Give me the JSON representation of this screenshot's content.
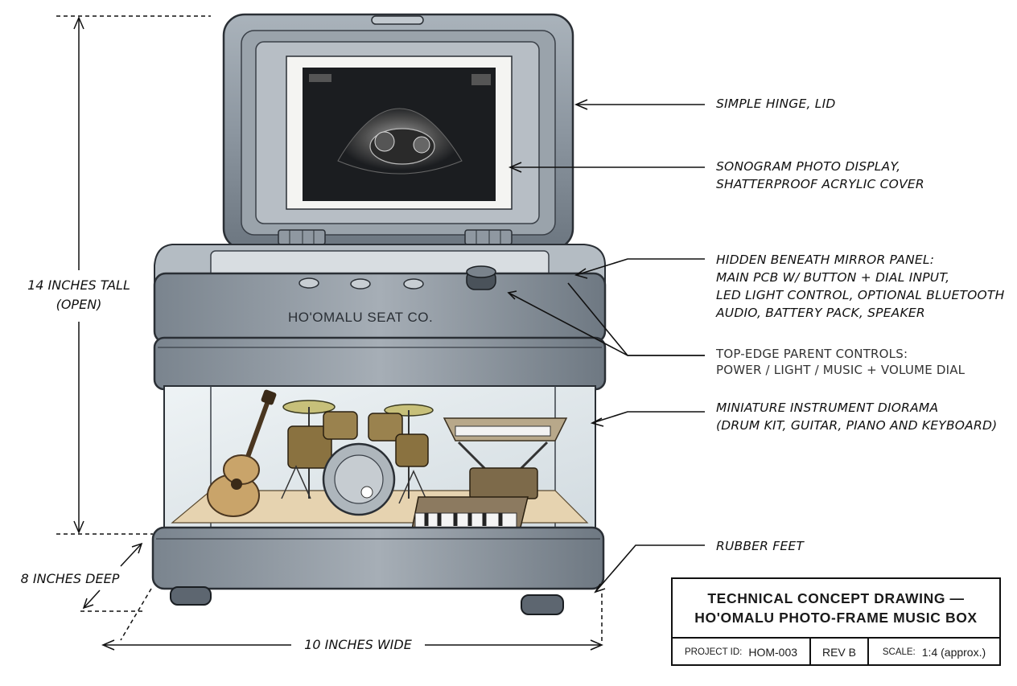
{
  "callouts": {
    "hinge": [
      "SIMPLE HINGE, LID"
    ],
    "sonogram": [
      "SONOGRAM PHOTO DISPLAY,",
      "SHATTERPROOF ACRYLIC COVER"
    ],
    "hidden": [
      "HIDDEN BENEATH MIRROR PANEL:",
      "MAIN PCB W/ BUTTON + DIAL INPUT,",
      "LED LIGHT CONTROL, OPTIONAL BLUETOOTH",
      "AUDIO, BATTERY PACK, SPEAKER"
    ],
    "controls": [
      "TOP-EDGE PARENT CONTROLS:",
      "POWER / LIGHT / MUSIC + VOLUME DIAL"
    ],
    "diorama": [
      "MINIATURE INSTRUMENT DIORAMA",
      "(DRUM KIT, GUITAR, PIANO AND KEYBOARD)"
    ],
    "feet": [
      "RUBBER FEET"
    ]
  },
  "dimensions": {
    "height": [
      "14 INCHES TALL",
      "(OPEN)"
    ],
    "depth": "8 INCHES DEEP",
    "width": "10 INCHES WIDE"
  },
  "brand_label": "HO'OMALU SEAT CO.",
  "title_block": {
    "line1": "TECHNICAL CONCEPT DRAWING —",
    "line2": "HO'OMALU PHOTO-FRAME MUSIC BOX",
    "project_id_label": "PROJECT ID:",
    "project_id_value": "HOM-003",
    "rev": "REV B",
    "scale_label": "SCALE:",
    "scale_value": "1:4 (approx.)"
  },
  "colors": {
    "line": "#111111",
    "body": "#8c96a0",
    "body_dark": "#5d6670",
    "glass": "#dfe6ea",
    "photo": "#1b1d20",
    "wood": "#c9a46a"
  }
}
